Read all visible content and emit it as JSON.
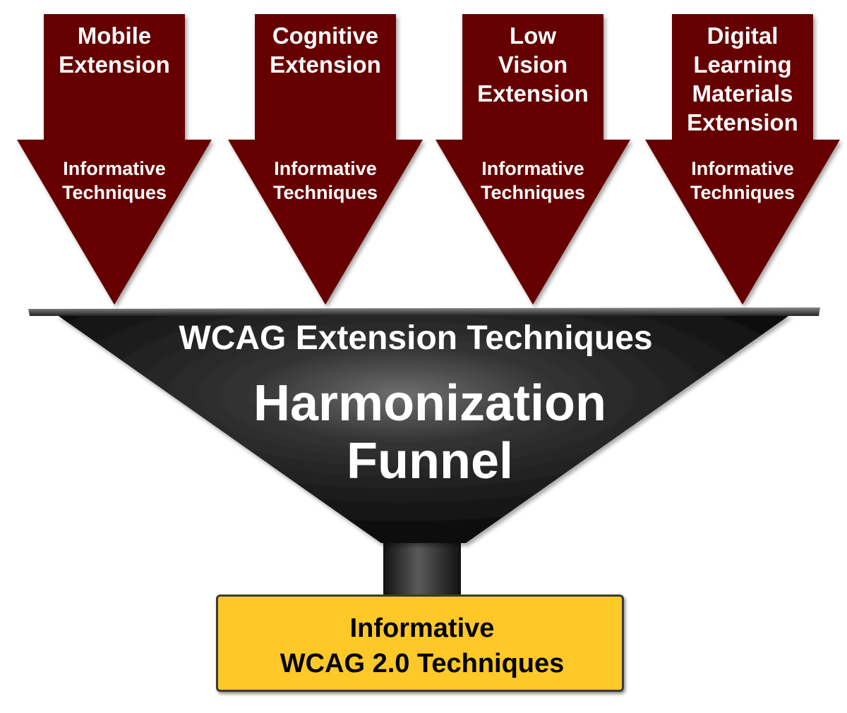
{
  "arrows": [
    {
      "title_lines": [
        "Mobile",
        "Extension"
      ],
      "sub_lines": [
        "Informative",
        "Techniques"
      ]
    },
    {
      "title_lines": [
        "Cognitive",
        "Extension"
      ],
      "sub_lines": [
        "Informative",
        "Techniques"
      ]
    },
    {
      "title_lines": [
        "Low",
        "Vision",
        "Extension"
      ],
      "sub_lines": [
        "Informative",
        "Techniques"
      ]
    },
    {
      "title_lines": [
        "Digital",
        "Learning",
        "Materials",
        "Extension"
      ],
      "sub_lines": [
        "Informative",
        "Techniques"
      ]
    }
  ],
  "funnel": {
    "top_label": "WCAG Extension Techniques",
    "main_line_1": "Harmonization",
    "main_line_2": "Funnel"
  },
  "output": {
    "line_1": "Informative",
    "line_2": "WCAG 2.0 Techniques"
  },
  "colors": {
    "arrow_fill": "#660000",
    "funnel_dark": "#141414",
    "funnel_highlight": "#6a6a6a",
    "output_fill": "#fdc828"
  }
}
